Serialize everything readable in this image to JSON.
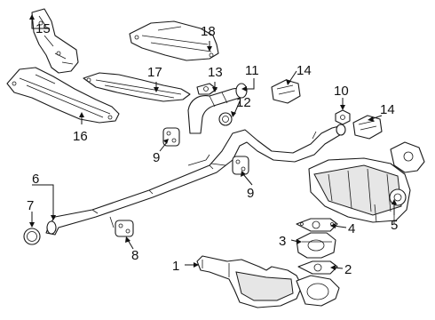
{
  "callouts": {
    "c1": "1",
    "c2": "2",
    "c3": "3",
    "c4": "4",
    "c5": "5",
    "c6": "6",
    "c7": "7",
    "c8": "8",
    "c9a": "9",
    "c9b": "9",
    "c10": "10",
    "c11": "11",
    "c12": "12",
    "c13": "13",
    "c14a": "14",
    "c14b": "14",
    "c15": "15",
    "c16": "16",
    "c17": "17",
    "c18": "18"
  }
}
